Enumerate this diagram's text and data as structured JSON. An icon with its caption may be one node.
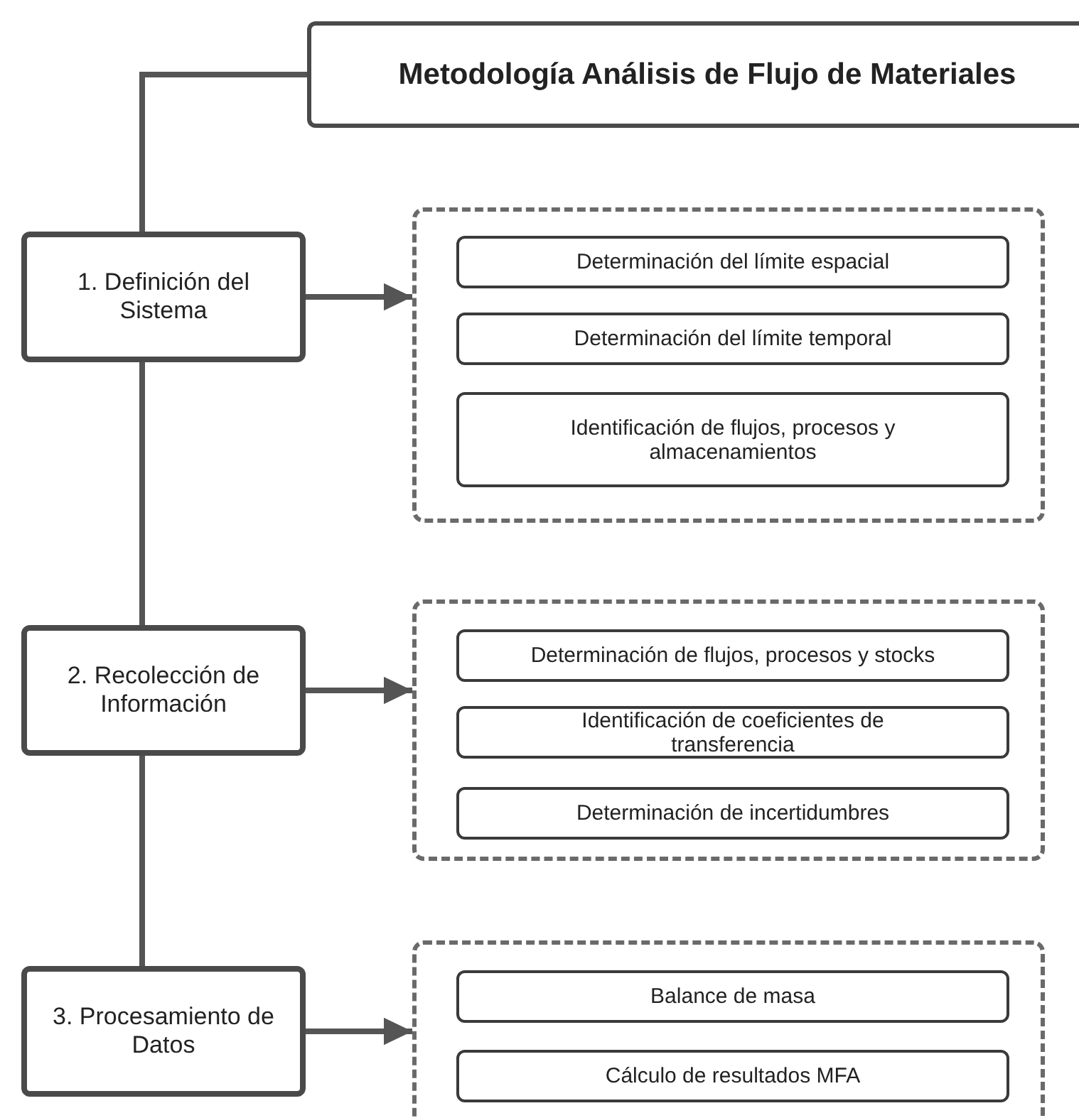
{
  "diagram": {
    "nodes": [
      {
        "text": [
          "Metodología Análisis de Flujo de Materiales"
        ]
      },
      {
        "text": [
          "1. Definición del Sistema"
        ]
      },
      {
        "text": [],
        "shape": "box"
      },
      {
        "text": [
          "Determinación del límite espacial"
        ],
        "in": 2
      },
      {
        "text": [
          "Determinación del límite temporal"
        ],
        "in": 2
      },
      {
        "text": [
          "Identificación de flujos, procesos y almacenamientos"
        ],
        "in": 2
      },
      {
        "text": [
          "2. Recolección de Información"
        ]
      },
      {
        "text": [],
        "shape": "box"
      },
      {
        "text": [
          "Determinación de flujos, procesos y stocks"
        ],
        "in": 7
      },
      {
        "text": [
          "Identificación de coeficientes de transferencia"
        ],
        "in": 7
      },
      {
        "text": [
          "Determinación de incertidumbres"
        ],
        "in": 7
      },
      {
        "text": [
          "3. Procesamiento de Datos"
        ]
      },
      {
        "text": [],
        "shape": "box"
      },
      {
        "text": [
          "Balance de masa"
        ],
        "in": 12
      },
      {
        "text": [
          "Cálculo de resultados MFA"
        ],
        "in": 12
      }
    ],
    "edges": [
      {
        "from": 0,
        "to": 1,
        "arrow": "none"
      },
      {
        "from": 1,
        "to": 2,
        "arrow": "to"
      },
      {
        "from": 1,
        "to": 6,
        "arrow": "none"
      },
      {
        "from": 6,
        "to": 7,
        "arrow": "to"
      },
      {
        "from": 6,
        "to": 11,
        "arrow": "none"
      },
      {
        "from": 11,
        "to": 12,
        "arrow": "to"
      }
    ]
  }
}
